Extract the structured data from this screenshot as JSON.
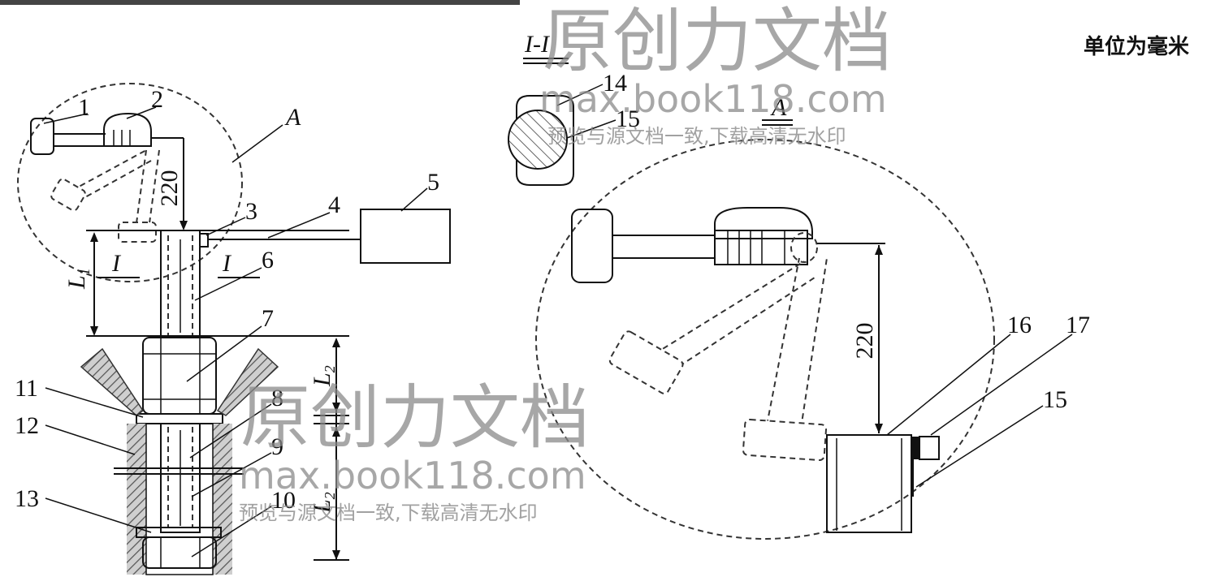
{
  "figure": {
    "unit_note": "单位为毫米",
    "section_label": "I-I",
    "detail_label": "A",
    "detail_callout": "A",
    "cut_label_left": "I",
    "cut_label_right": "I",
    "dim_left_220": "220",
    "dim_right_220": "220",
    "dim_L1": "L",
    "dim_L1_sub": "1",
    "dim_L2": "L",
    "dim_L2_sub": "2",
    "dim_L3": "L",
    "dim_L3_sub": "2",
    "parts": [
      "1",
      "2",
      "3",
      "4",
      "5",
      "6",
      "7",
      "8",
      "9",
      "10",
      "11",
      "12",
      "13",
      "14",
      "15",
      "16",
      "17",
      "15"
    ]
  },
  "watermark": {
    "brand": "原创力文档",
    "url": "max.book118.com",
    "note": "预览与源文档一致,下载高清无水印"
  }
}
